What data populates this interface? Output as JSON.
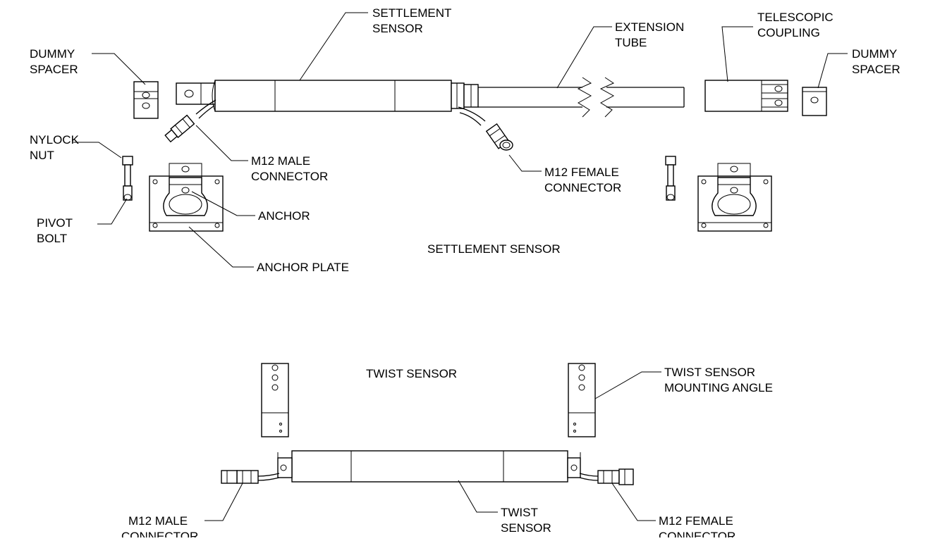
{
  "settlement": {
    "title": "SETTLEMENT SENSOR",
    "labels": {
      "dummy_spacer_left": [
        "DUMMY",
        "SPACER"
      ],
      "settlement_sensor": [
        "SETTLEMENT",
        "SENSOR"
      ],
      "extension_tube": [
        "EXTENSION",
        "TUBE"
      ],
      "telescopic_coupling": [
        "TELESCOPIC",
        "COUPLING"
      ],
      "dummy_spacer_right": [
        "DUMMY",
        "SPACER"
      ],
      "nylock_nut": [
        "NYLOCK",
        "NUT"
      ],
      "m12_male": [
        "M12 MALE",
        "CONNECTOR"
      ],
      "m12_female": [
        "M12 FEMALE",
        "CONNECTOR"
      ],
      "anchor": "ANCHOR",
      "pivot_bolt": [
        "PIVOT",
        "BOLT"
      ],
      "anchor_plate": "ANCHOR PLATE"
    }
  },
  "twist": {
    "title": "TWIST SENSOR",
    "labels": {
      "mounting_angle": [
        "TWIST SENSOR",
        "MOUNTING ANGLE"
      ],
      "m12_male": [
        "M12 MALE",
        "CONNECTOR"
      ],
      "twist_sensor": [
        "TWIST",
        "SENSOR"
      ],
      "m12_female": [
        "M12 FEMALE",
        "CONNECTOR"
      ]
    }
  }
}
